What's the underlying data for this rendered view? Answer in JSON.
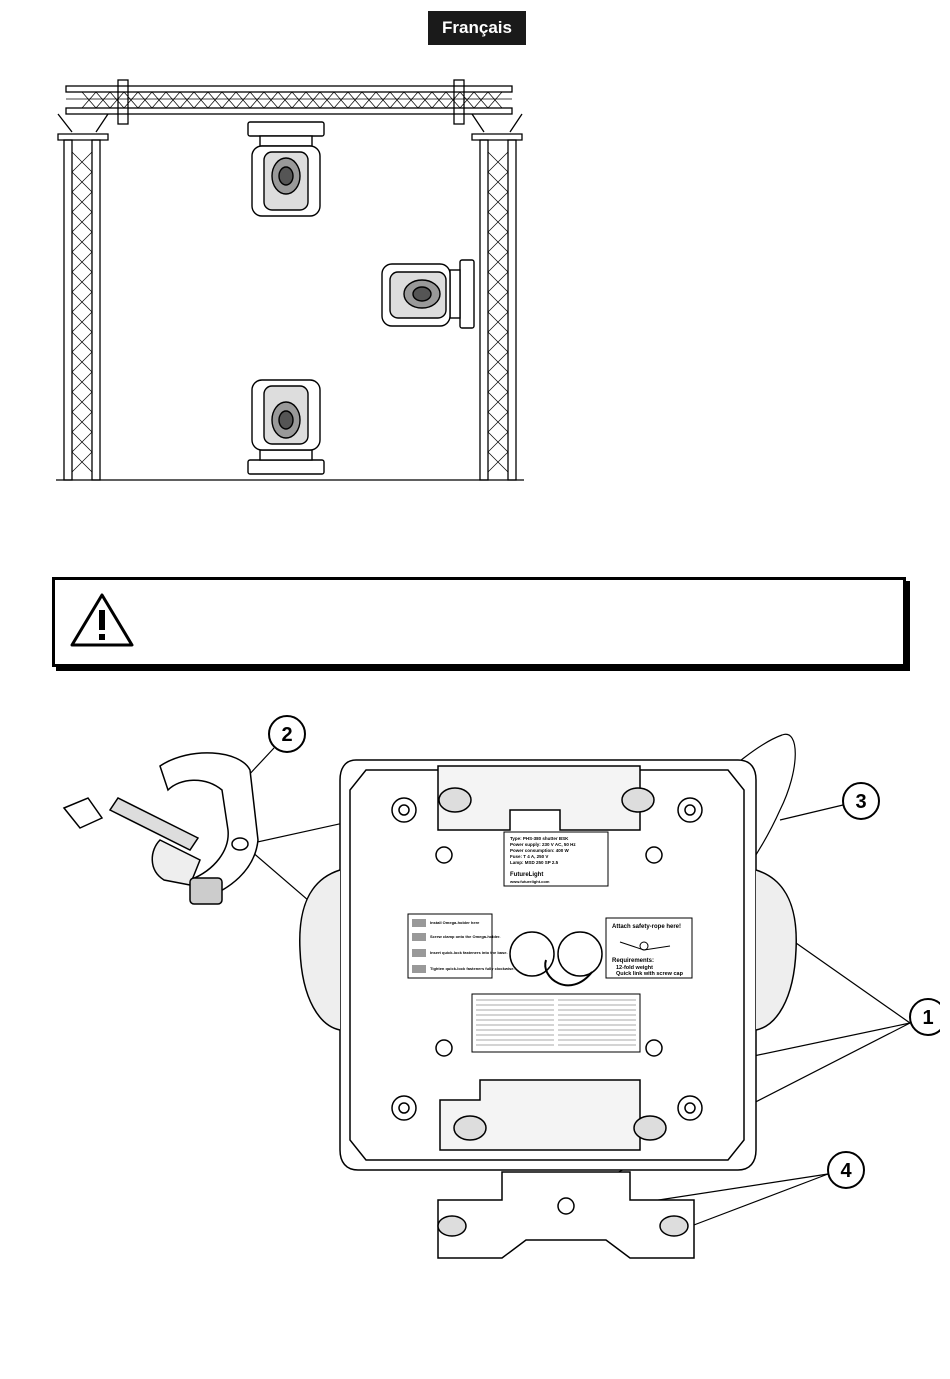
{
  "header": {
    "language": "Français"
  },
  "rig_figure": {},
  "warning": {},
  "mount_figure": {
    "callouts": [
      "1",
      "2",
      "3",
      "4"
    ],
    "safety_label": {
      "title": "Attach safety-rope here!",
      "req_title": "Requirements:",
      "req_line1": "12-fold weight",
      "req_line2": "Quick link with screw cap"
    },
    "instructions": [
      "Install Omega-holder here",
      "Screw clamp onto the Omega-holder.",
      "Insert quick-lock fasteners into the base.",
      "Tighten quick-lock fasteners fully clockwise."
    ],
    "type_plate": {
      "line1": "Type: PHS-380 shutter BSK",
      "line2": "Power supply: 230 V AC, 50 Hz",
      "line3": "Power consumption: 400 W",
      "line4": "Fuse: T 4 A, 250 V",
      "line5": "Lamp: MSD 250 SP 2.5",
      "brand": "FutureLight",
      "url": "www.futurelight.com"
    }
  }
}
